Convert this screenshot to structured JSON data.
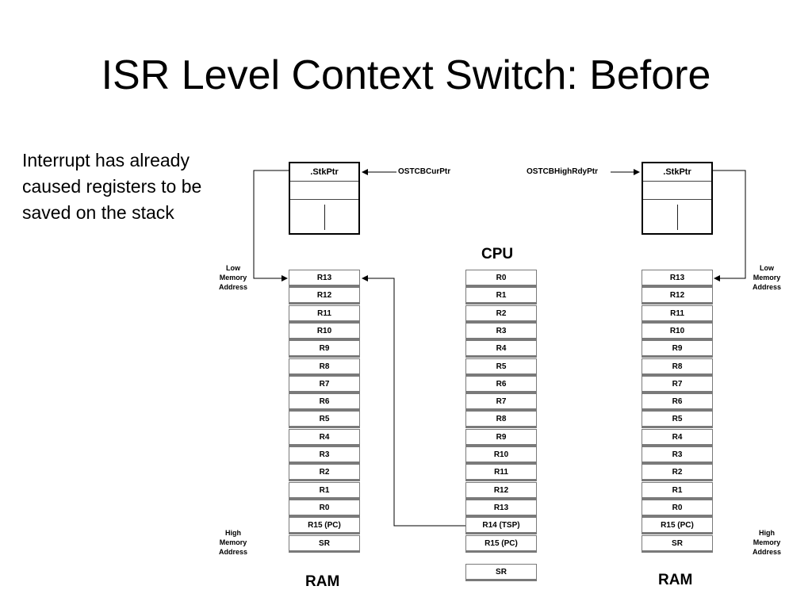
{
  "title": "ISR Level Context Switch: Before",
  "bullet": "Interrupt has already caused registers to be saved on the stack",
  "tcb_field": ".StkPtr",
  "pointers": {
    "current": "OSTCBCurPtr",
    "high_ready": "OSTCBHighRdyPtr"
  },
  "address_labels": {
    "low": [
      "Low",
      "Memory",
      "Address"
    ],
    "high": [
      "High",
      "Memory",
      "Address"
    ]
  },
  "cpu_label": "CPU",
  "ram_label": "RAM",
  "stack_cells": [
    "R13",
    "R12",
    "R11",
    "R10",
    "R9",
    "R8",
    "R7",
    "R6",
    "R5",
    "R4",
    "R3",
    "R2",
    "R1",
    "R0",
    "R15 (PC)",
    "SR"
  ],
  "cpu_registers": [
    "R0",
    "R1",
    "R2",
    "R3",
    "R4",
    "R5",
    "R6",
    "R7",
    "R8",
    "R9",
    "R10",
    "R11",
    "R12",
    "R13",
    "R14 (TSP)",
    "R15 (PC)"
  ],
  "cpu_sr": "SR"
}
